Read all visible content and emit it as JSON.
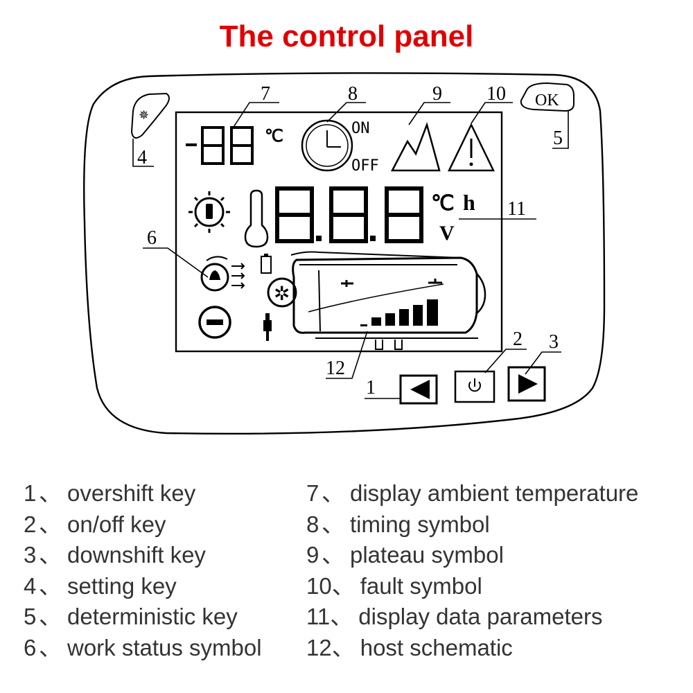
{
  "title": "The control panel",
  "colors": {
    "title": "#e10000",
    "ink": "#000000",
    "legend_text": "#333333"
  },
  "display": {
    "ambient_digits": "-88",
    "ambient_unit": "℃",
    "main_digits": "8.8.8",
    "main_unit_c": "℃",
    "main_unit_h": "h",
    "main_unit_v": "V",
    "timer_on": "ON",
    "timer_off": "OFF"
  },
  "keys": {
    "ok_label": "OK",
    "left_icon": "left-triangle-icon",
    "power_icon": "power-icon",
    "right_icon": "right-triangle-icon",
    "setting_icon": "sun-icon"
  },
  "callouts": [
    "1",
    "2",
    "3",
    "4",
    "5",
    "6",
    "7",
    "8",
    "9",
    "10",
    "11",
    "12"
  ],
  "legend": {
    "left": [
      {
        "num": "1",
        "sep": "、",
        "text": "overshift key"
      },
      {
        "num": "2",
        "sep": "、",
        "text": "on/off key"
      },
      {
        "num": "3",
        "sep": "、",
        "text": "downshift key"
      },
      {
        "num": "4",
        "sep": "、",
        "text": "setting key"
      },
      {
        "num": "5",
        "sep": "、",
        "text": "deterministic key"
      },
      {
        "num": "6",
        "sep": "、",
        "text": "work status symbol"
      }
    ],
    "right": [
      {
        "num": "7",
        "sep": "、",
        "text": "display ambient temperature"
      },
      {
        "num": "8",
        "sep": "、",
        "text": "timing symbol"
      },
      {
        "num": "9",
        "sep": "、",
        "text": "plateau symbol"
      },
      {
        "num": "10",
        "sep": "、",
        "text": "fault symbol"
      },
      {
        "num": "11",
        "sep": "、",
        "text": "display data parameters"
      },
      {
        "num": "12",
        "sep": "、",
        "text": "host schematic"
      }
    ]
  }
}
